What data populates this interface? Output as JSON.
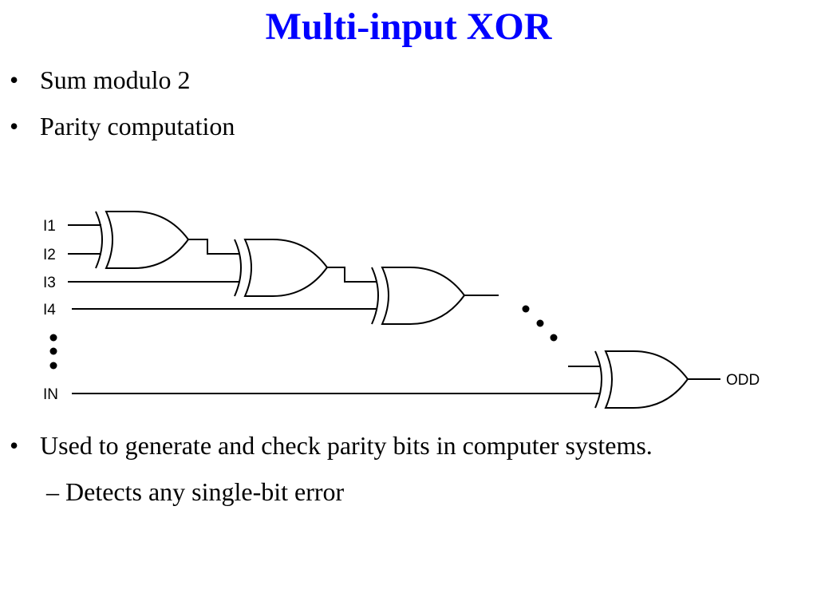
{
  "title": "Multi-input XOR",
  "bullets": [
    "Sum modulo 2",
    "Parity computation",
    "Used to generate and check parity bits in computer systems."
  ],
  "sub_bullets": [
    "Detects any single-bit error"
  ],
  "bullet_symbol": "•",
  "sub_bullet_symbol": "–",
  "diagram": {
    "inputs": [
      "I1",
      "I2",
      "I3",
      "I4",
      "IN"
    ],
    "output": "ODD"
  },
  "colors": {
    "title": "#0000ff",
    "text": "#000000"
  }
}
